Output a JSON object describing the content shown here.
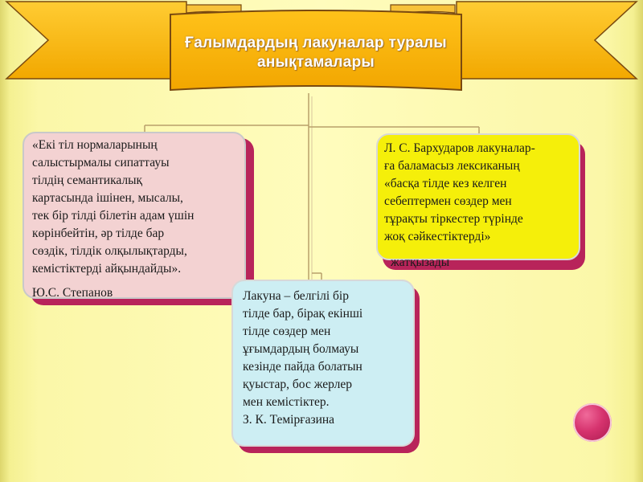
{
  "title": "Ғалымдардың лакуналар туралы анықтамалары",
  "boxes": {
    "left": {
      "text": "«Екі тіл нормаларының\nсалыстырмалы сипаттауы\nтілдің семантикалық\nкартасында ішінен, мысалы,\nтек бір тілді білетін адам үшін\nкөрінбейтін, әр тілде бар\nсөздік, тілдік олқылықтарды,\nкемістіктерді айқындайды».",
      "author": "Ю.С. Степанов"
    },
    "right": {
      "text": "Л. С. Бархударов лакуналар-\nға баламасыз лексиканың\n«басқа тілде кез келген\nсебептермен сөздер мен\nтұрақты тіркестер түрінде\nжоқ сәйкестіктерді»",
      "author": "жатқызады"
    },
    "middle": {
      "text": "Лакуна – белгілі бір\nтілде бар, бірақ екінші\nтілде сөздер мен\nұғымдардың болмауы\nкезінде пайда болатын\nқуыстар, бос жерлер\nмен кемістіктер.\nЗ. К. Темірғазина"
    }
  },
  "colors": {
    "banner": "#f5b800",
    "box_left": "#f3d2d2",
    "box_right": "#f5ef0a",
    "box_middle": "#cdeef3",
    "box_shadow": "#b8245a",
    "decor_circle": "#d6336e"
  }
}
